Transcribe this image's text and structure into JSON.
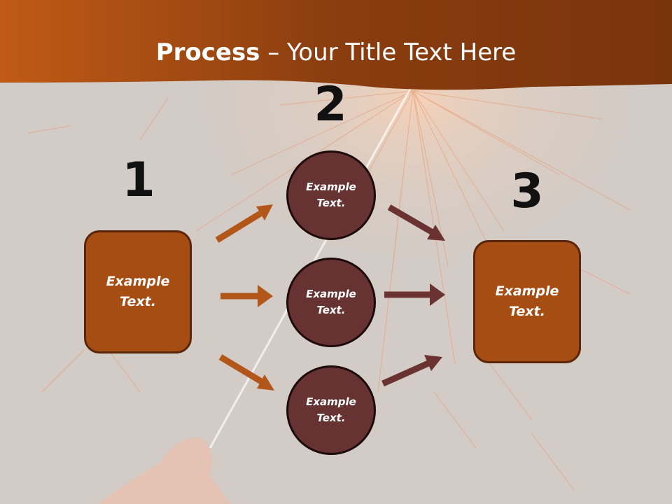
{
  "slide": {
    "title_bold": "Process",
    "title_rest": " – Your Title Text Here"
  },
  "steps": {
    "step1": {
      "number": "1",
      "text": "Example Text."
    },
    "step2": {
      "number": "2",
      "circles": [
        "Example Text.",
        "Example Text.",
        "Example Text."
      ]
    },
    "step3": {
      "number": "3",
      "text": "Example Text."
    }
  },
  "colors": {
    "header": "#8e3f10",
    "box_fill": "#a64d13",
    "circle_fill": "#663232",
    "arrow_left": "#b3561a",
    "arrow_right": "#6b3232"
  }
}
